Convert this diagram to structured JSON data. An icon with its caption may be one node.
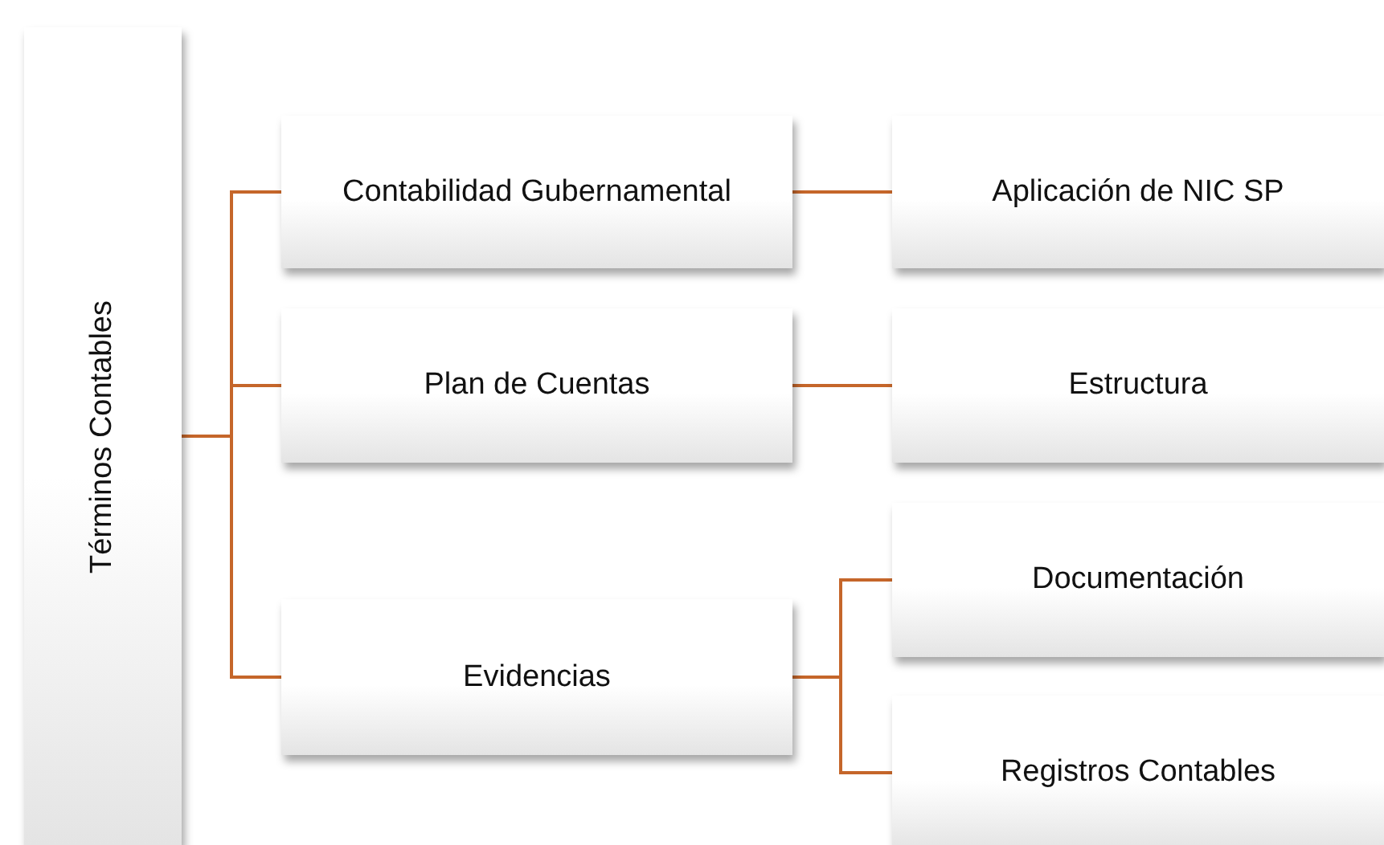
{
  "diagram": {
    "nodes": [
      {
        "text": [
          "Términos Contables"
        ]
      },
      {
        "text": [
          "Contabilidad Gubernamental"
        ]
      },
      {
        "text": [
          "Aplicación de NIC SP"
        ]
      },
      {
        "text": [
          "Plan de Cuentas"
        ]
      },
      {
        "text": [
          "Estructura"
        ]
      },
      {
        "text": [
          "Evidencias"
        ]
      },
      {
        "text": [
          "Documentación"
        ]
      },
      {
        "text": [
          "Registros Contables"
        ]
      }
    ],
    "edges": [
      {
        "from": 0,
        "to": 1,
        "arrow": "none"
      },
      {
        "from": 0,
        "to": 3,
        "arrow": "none"
      },
      {
        "from": 0,
        "to": 5,
        "arrow": "none"
      },
      {
        "from": 1,
        "to": 2,
        "arrow": "none"
      },
      {
        "from": 3,
        "to": 4,
        "arrow": "none"
      },
      {
        "from": 5,
        "to": 6,
        "arrow": "none"
      },
      {
        "from": 5,
        "to": 7,
        "arrow": "none"
      }
    ]
  }
}
